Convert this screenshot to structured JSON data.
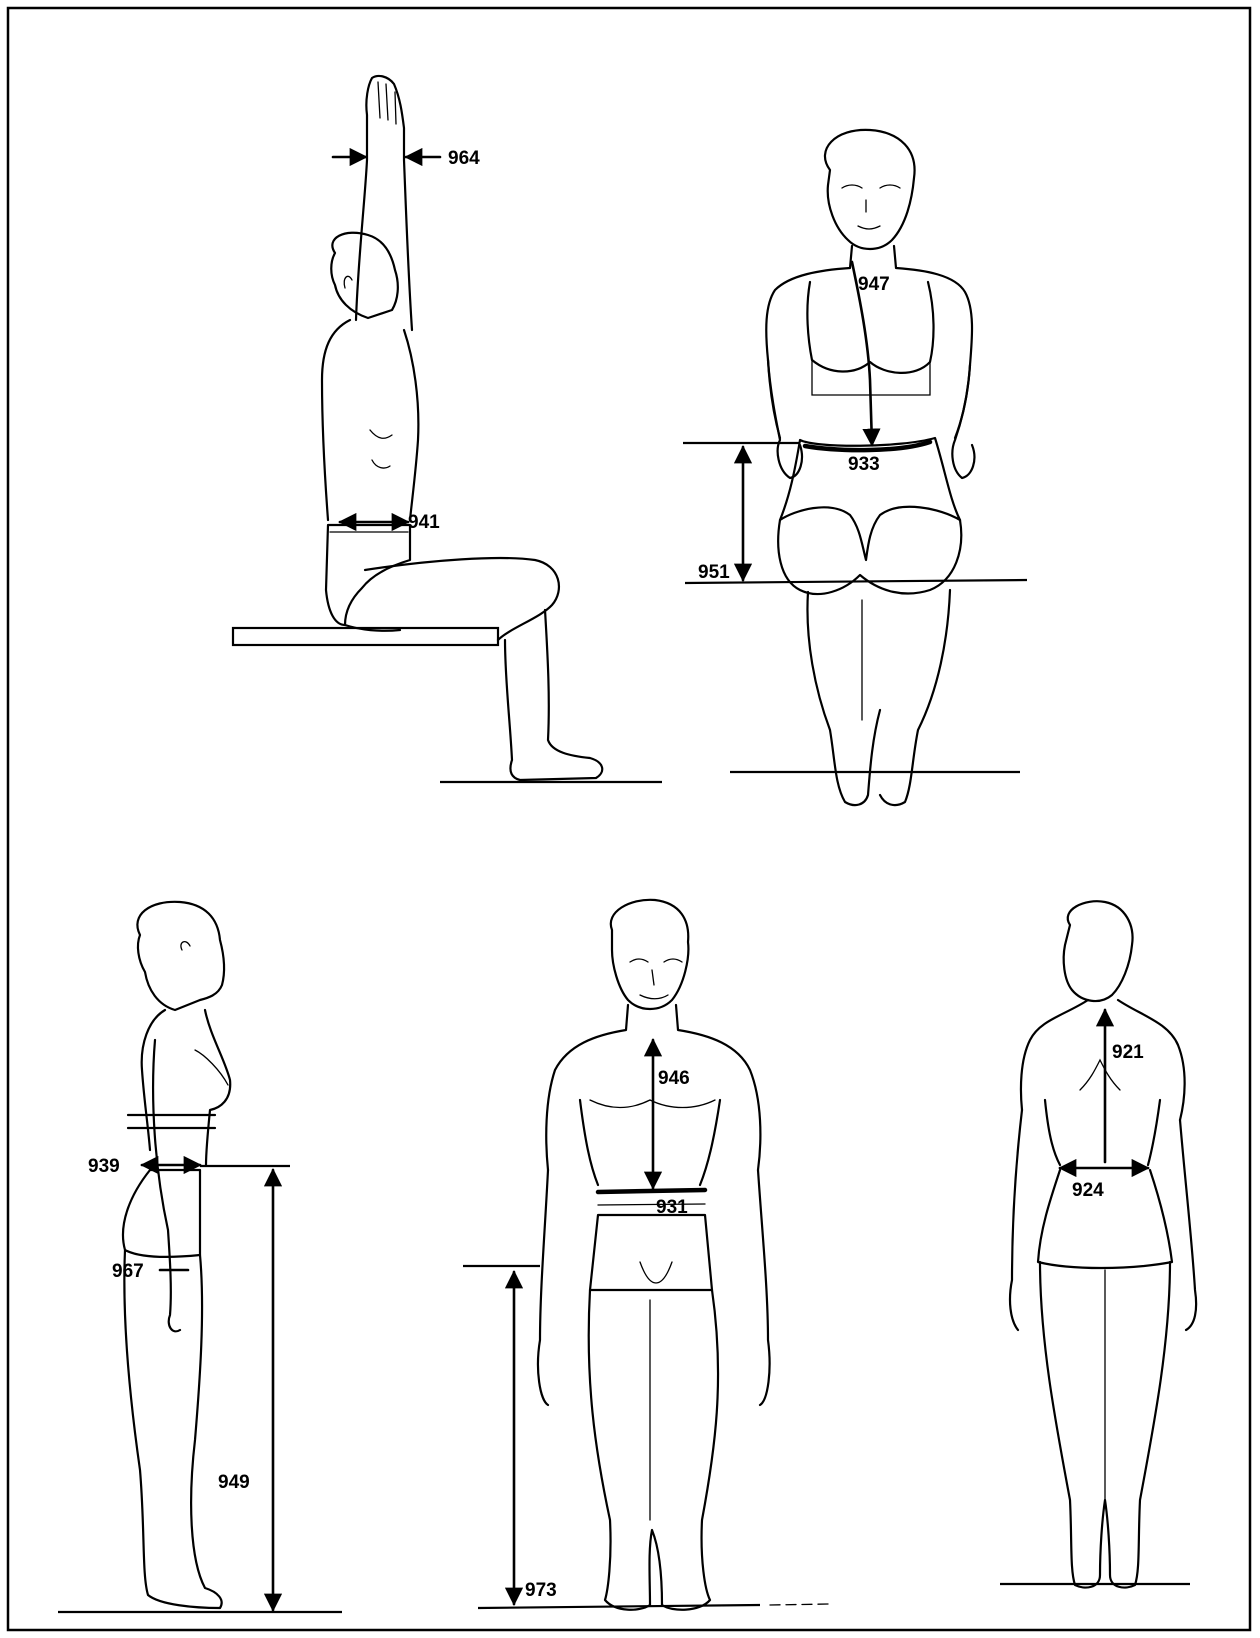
{
  "figures": [
    {
      "id": "seated-man-arm-raised",
      "labels": [
        "964",
        "941"
      ]
    },
    {
      "id": "seated-woman-front",
      "labels": [
        "947",
        "933",
        "951"
      ]
    },
    {
      "id": "standing-woman-side",
      "labels": [
        "939",
        "967",
        "949"
      ]
    },
    {
      "id": "standing-man-front",
      "labels": [
        "946",
        "931",
        "973"
      ]
    },
    {
      "id": "standing-woman-back",
      "labels": [
        "921",
        "924"
      ]
    }
  ],
  "labels": {
    "l964": "964",
    "l941": "941",
    "l947": "947",
    "l933": "933",
    "l951": "951",
    "l939": "939",
    "l967": "967",
    "l949": "949",
    "l946": "946",
    "l931": "931",
    "l973": "973",
    "l921": "921",
    "l924": "924"
  }
}
